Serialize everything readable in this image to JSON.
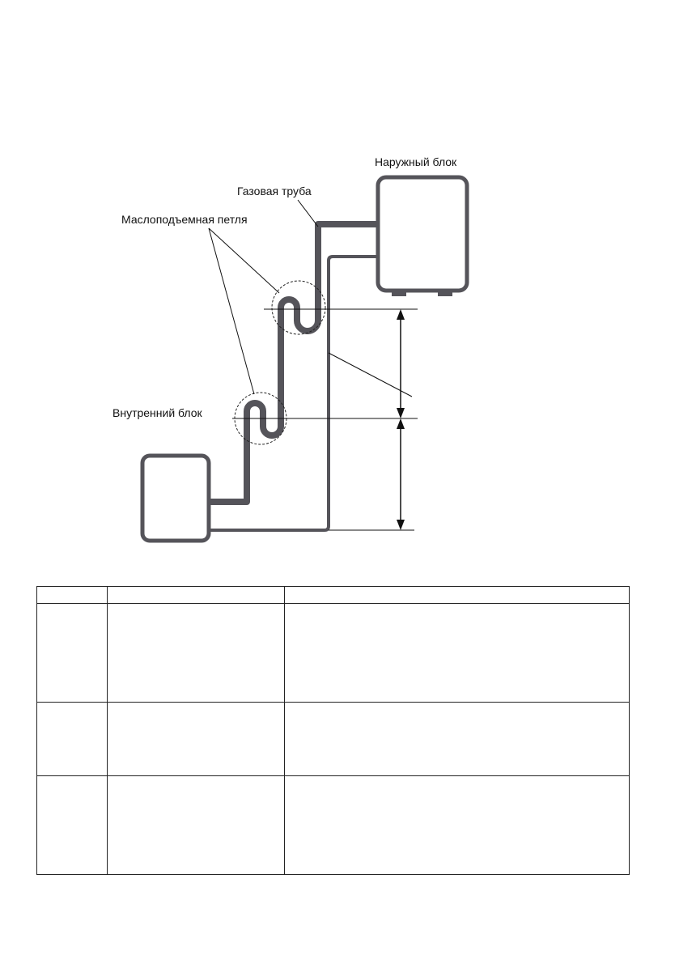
{
  "diagram": {
    "labels": {
      "outdoor_unit": "Наружный блок",
      "gas_pipe": "Газовая труба",
      "oil_lift_loop": "Маслоподъемная петля",
      "indoor_unit": "Внутренний блок"
    },
    "colors": {
      "pipe": "#55545a",
      "unit_outline": "#55545a",
      "line": "#111111"
    }
  },
  "table": {
    "header": [
      "",
      "",
      ""
    ],
    "rows": [
      [
        "",
        "",
        ""
      ],
      [
        "",
        "",
        ""
      ],
      [
        "",
        "",
        ""
      ]
    ]
  }
}
